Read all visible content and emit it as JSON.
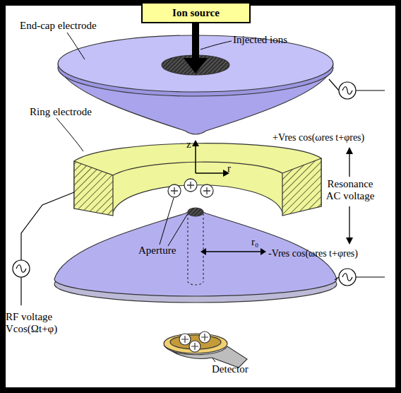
{
  "diagram": {
    "nodes": [
      {
        "text": [
          "Ion source"
        ]
      }
    ],
    "labels": [
      "Injected ions",
      "End-cap electrode",
      "+Vres cos(ωres t+φres)",
      "z",
      "r",
      "Ring electrode",
      "Resonance AC voltage",
      "Aperture",
      "r₀",
      "-Vres cos(ωres t+φres)",
      "RF voltage Vcos(Ωt+φ)",
      "Detector"
    ]
  }
}
